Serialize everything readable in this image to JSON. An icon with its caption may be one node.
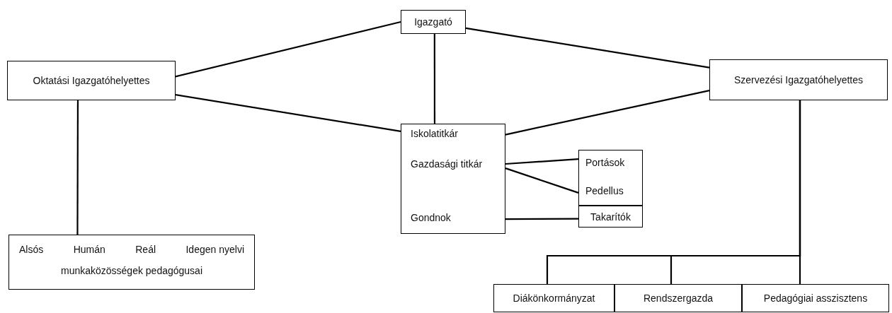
{
  "diagram": {
    "nodes": [
      {
        "text": [
          "Igazgató"
        ]
      },
      {
        "text": [
          "Oktatási Igazgatóhelyettes"
        ]
      },
      {
        "text": [
          "Szervezési Igazgatóhelyettes"
        ]
      },
      {
        "text": [],
        "shape": "box"
      },
      {
        "text": [
          "Iskolatitkár"
        ],
        "in": 3
      },
      {
        "text": [
          "Gazdasági titkár"
        ],
        "in": 3
      },
      {
        "text": [
          "Gondnok"
        ],
        "in": 3
      },
      {
        "text": [],
        "shape": "box"
      },
      {
        "text": [
          "Portások"
        ],
        "in": 7
      },
      {
        "text": [
          "Pedellus"
        ],
        "in": 7
      },
      {
        "text": [
          "Takarítók"
        ]
      },
      {
        "text": [
          "Alsós",
          "Humán",
          "Reál",
          "Idegen nyelvi",
          "munkaközösségek pedagógusai"
        ]
      },
      {
        "text": [
          "Diákönkormányzat"
        ]
      },
      {
        "text": [
          "Rendszergazda"
        ]
      },
      {
        "text": [
          "Pedagógiai asszisztens"
        ]
      }
    ],
    "edges": [
      {
        "from": 0,
        "to": 1,
        "arrow": "none"
      },
      {
        "from": 0,
        "to": 2,
        "arrow": "none"
      },
      {
        "from": 0,
        "to": 3,
        "arrow": "none"
      },
      {
        "from": 1,
        "to": 3,
        "arrow": "none"
      },
      {
        "from": 2,
        "to": 3,
        "arrow": "none"
      },
      {
        "from": 5,
        "to": 8,
        "arrow": "none"
      },
      {
        "from": 5,
        "to": 9,
        "arrow": "none"
      },
      {
        "from": 6,
        "to": 10,
        "arrow": "none"
      },
      {
        "from": 1,
        "to": 11,
        "arrow": "none"
      },
      {
        "from": 2,
        "to": 12,
        "arrow": "none"
      },
      {
        "from": 2,
        "to": 13,
        "arrow": "none"
      },
      {
        "from": 2,
        "to": 14,
        "arrow": "none"
      }
    ]
  }
}
